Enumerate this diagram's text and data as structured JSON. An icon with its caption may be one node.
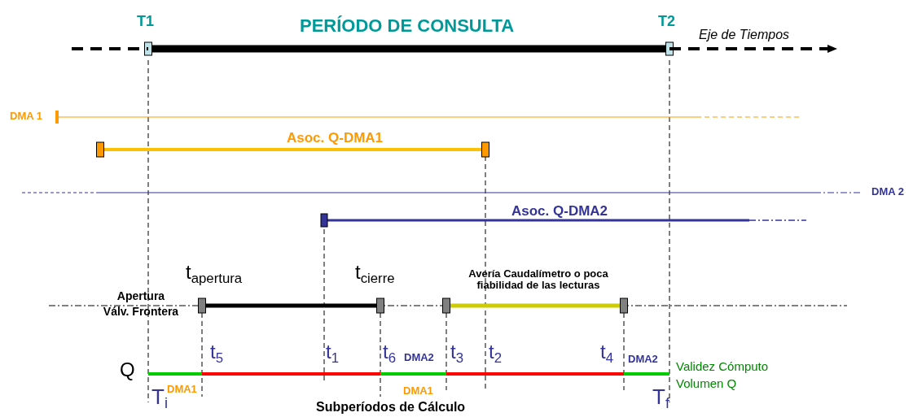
{
  "diagram": {
    "title": "PERÍODO DE CONSULTA",
    "caption": "Subperíodos de Cálculo",
    "labels": [
      "T1",
      "T2",
      "Eje de Tiempos",
      "DMA 1",
      "Asoc. Q-DMA1",
      "DMA 2",
      "Asoc. Q-DMA2",
      "t$_{apertura}$",
      "t$_{cierre}$",
      "Avería Caudalímetro o poca fiabilidad de las lecturas",
      "Apertura Válv. Frontera",
      "t$_{5}$",
      "t$_{1}$",
      "t$_{6}$",
      "DMA2",
      "t$_{3}$",
      "t$_{2}$",
      "t$_{4}$",
      "DMA2",
      "Q",
      "Validez Cómputo Volumen Q",
      "T$_{i}$",
      "DMA1",
      "DMA1",
      "T$_{f}$"
    ]
  }
}
